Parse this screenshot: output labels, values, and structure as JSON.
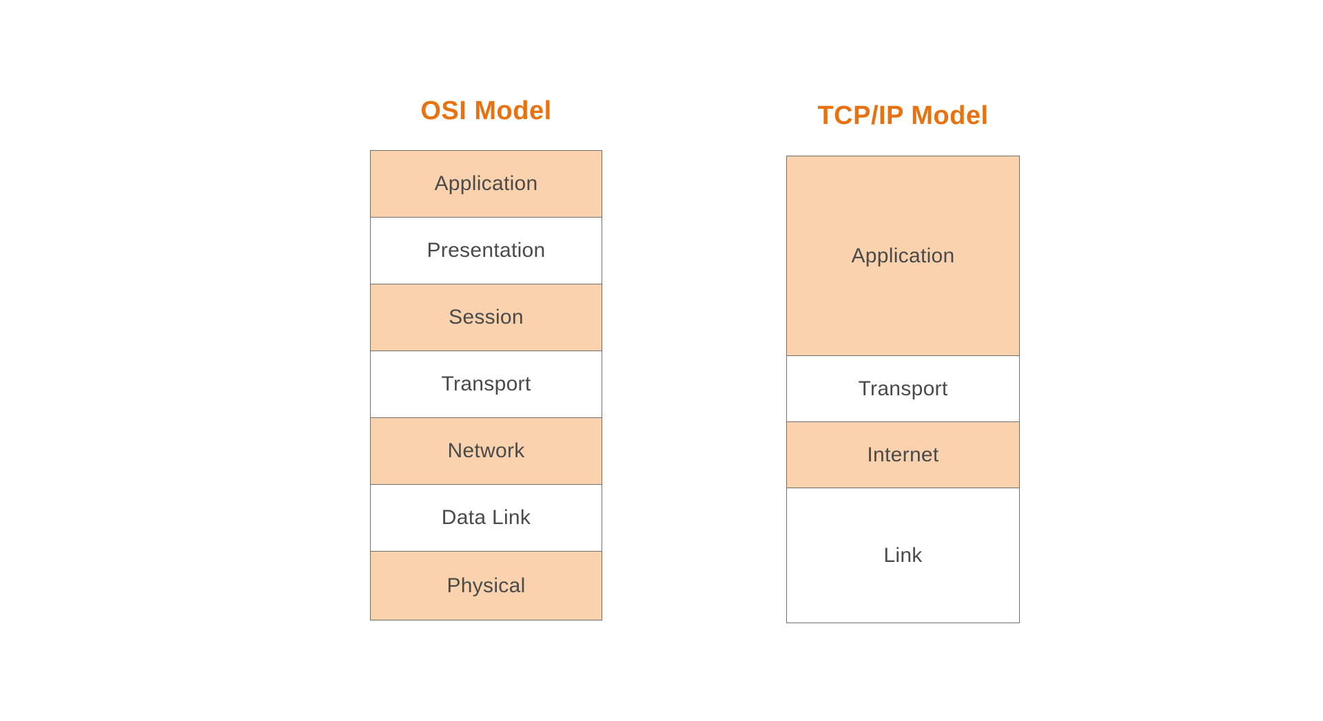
{
  "colors": {
    "accent_orange": "#e8720f",
    "layer_fill_peach": "#fad3ae",
    "layer_fill_white": "#ffffff",
    "border_gray": "#6e6e6e",
    "label_text": "#4a4a4a",
    "background": "#ffffff"
  },
  "osi_model": {
    "title": "OSI Model",
    "layers": [
      {
        "label": "Application",
        "filled": true
      },
      {
        "label": "Presentation",
        "filled": false
      },
      {
        "label": "Session",
        "filled": true
      },
      {
        "label": "Transport",
        "filled": false
      },
      {
        "label": "Network",
        "filled": true
      },
      {
        "label": "Data Link",
        "filled": false
      },
      {
        "label": "Physical",
        "filled": true
      }
    ]
  },
  "tcpip_model": {
    "title": "TCP/IP Model",
    "layers": [
      {
        "label": "Application",
        "filled": true,
        "osi_span": 3
      },
      {
        "label": "Transport",
        "filled": false,
        "osi_span": 1
      },
      {
        "label": "Internet",
        "filled": true,
        "osi_span": 1
      },
      {
        "label": "Link",
        "filled": false,
        "osi_span": 2
      }
    ]
  }
}
